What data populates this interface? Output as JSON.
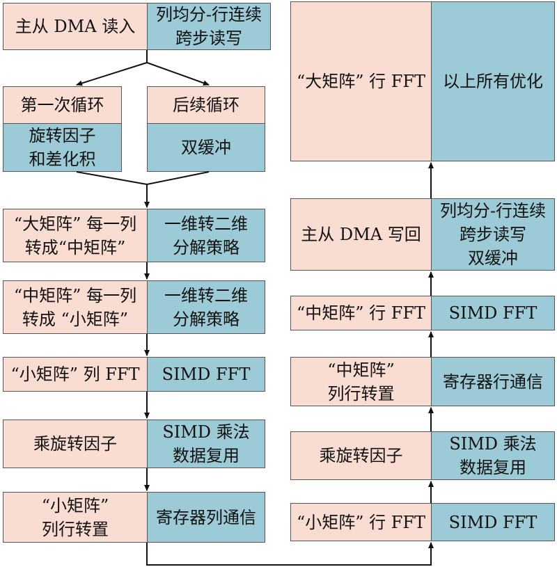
{
  "colors": {
    "pink": "#f9ddd2",
    "blue": "#9ccad6",
    "border": "#555555",
    "line": "#111111"
  },
  "left": {
    "dma_read": {
      "label": "主从 DMA 读入",
      "strategy": "列均分-行连续\n跨步读写"
    },
    "first_loop": {
      "label": "第一次循环",
      "strategy": "旋转因子\n和差化积"
    },
    "later_loop": {
      "label": "后续循环",
      "strategy": "双缓冲"
    },
    "big_to_mid": {
      "label": "“大矩阵” 每一列\n转成“中矩阵”",
      "strategy": "一维转二维\n分解策略"
    },
    "mid_to_small": {
      "label": "“中矩阵” 每一列\n转成 “小矩阵”",
      "strategy": "一维转二维\n分解策略"
    },
    "small_col_fft": {
      "label": "“小矩阵” 列 FFT",
      "strategy": "SIMD FFT"
    },
    "twiddle": {
      "label": "乘旋转因子",
      "strategy": "SIMD 乘法\n数据复用"
    },
    "small_transpose": {
      "label": "“小矩阵”\n列行转置",
      "strategy": "寄存器列通信"
    }
  },
  "right": {
    "small_row_fft": {
      "label": "“小矩阵” 行 FFT",
      "strategy": "SIMD FFT"
    },
    "twiddle": {
      "label": "乘旋转因子",
      "strategy": "SIMD 乘法\n数据复用"
    },
    "mid_transpose": {
      "label": "“中矩阵”\n列行转置",
      "strategy": "寄存器行通信"
    },
    "mid_row_fft": {
      "label": "“中矩阵” 行 FFT",
      "strategy": "SIMD FFT"
    },
    "dma_write": {
      "label": "主从 DMA 写回",
      "strategy": "列均分-行连续\n跨步读写\n双缓冲"
    },
    "big_row_fft": {
      "label": "“大矩阵” 行 FFT",
      "strategy": "以上所有优化"
    }
  }
}
